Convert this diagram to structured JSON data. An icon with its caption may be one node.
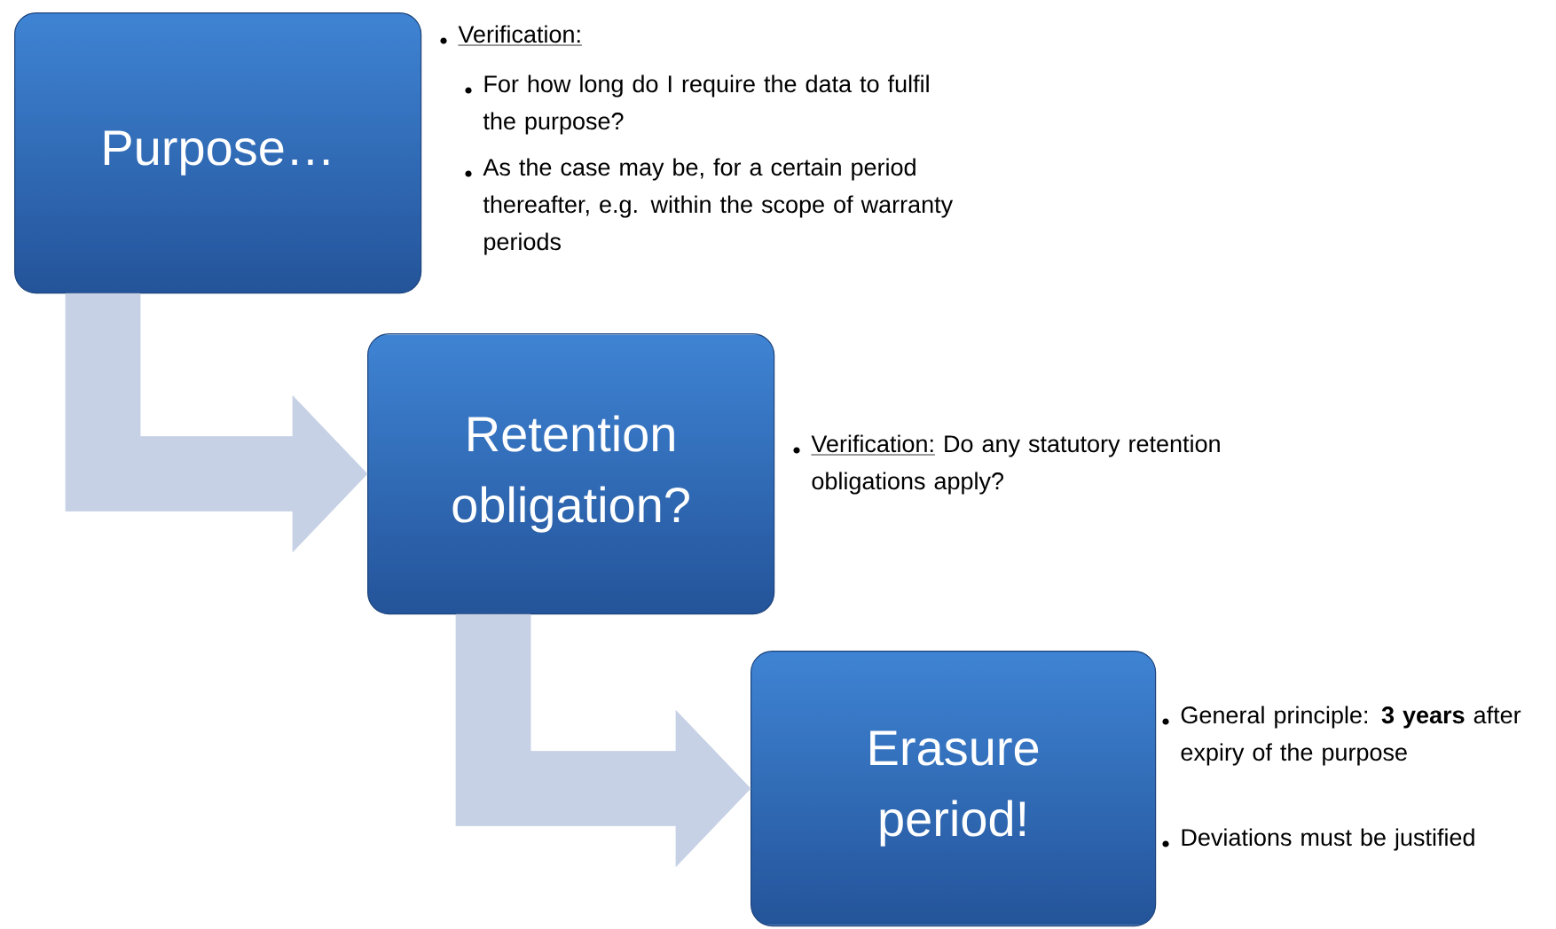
{
  "diagram": {
    "nodes": [
      {
        "text": [
          "Purpose…"
        ],
        "beside": [
          "Verification:",
          "For how long do I require the data to fulfil the purpose?",
          "As the case may be, for a certain period thereafter, e.g. within the scope of warranty periods"
        ]
      },
      {
        "text": [
          "Retention obligation?"
        ],
        "beside": [
          "Verification:",
          "Do any statutory retention obligations apply?"
        ]
      },
      {
        "text": [
          "Erasure period!"
        ],
        "beside": [
          "General principle: **3 years** after expiry of the purpose",
          "Deviations must be justified"
        ]
      }
    ],
    "edges": [
      {
        "from": 0,
        "to": 1,
        "arrow": "to"
      },
      {
        "from": 1,
        "to": 2,
        "arrow": "to"
      }
    ]
  }
}
